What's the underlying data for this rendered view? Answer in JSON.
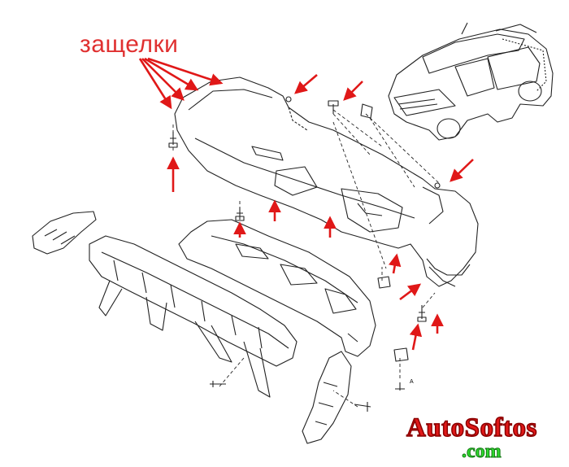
{
  "annotation": {
    "clips_label": "защелки"
  },
  "watermark": {
    "line1": "AutoSoftos",
    "line2": ".com"
  },
  "fastener_label": "A",
  "colors": {
    "arrow": "#e01818",
    "line": "#222222",
    "label": "#e03030"
  }
}
